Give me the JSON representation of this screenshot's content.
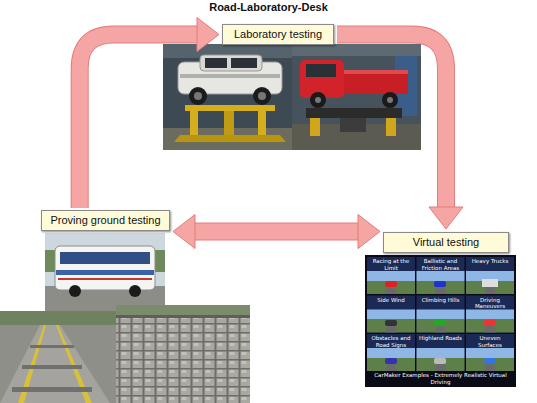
{
  "diagram": {
    "title": "Road-Laboratory-Desk",
    "nodes": [
      {
        "text": [
          "Laboratory testing"
        ]
      },
      {
        "text": [
          "Proving ground testing"
        ]
      },
      {
        "text": [
          "Virtual testing"
        ]
      }
    ],
    "edges": [
      {
        "from": 1,
        "to": 0,
        "arrow": "to"
      },
      {
        "from": 0,
        "to": 2,
        "arrow": "to"
      },
      {
        "from": 1,
        "to": 2,
        "arrow": "both"
      }
    ],
    "labels": [
      "Racing at the Limit",
      "Ballistic and Friction Areas",
      "Heavy Trucks",
      "Side Wind",
      "Climbing Hills",
      "Driving Maneuvers",
      "Obstacles and Road Signs",
      "Highland Roads",
      "Uneven Surfaces",
      "CarMaker Examples - Extremely Realistic Virtual Driving"
    ]
  }
}
